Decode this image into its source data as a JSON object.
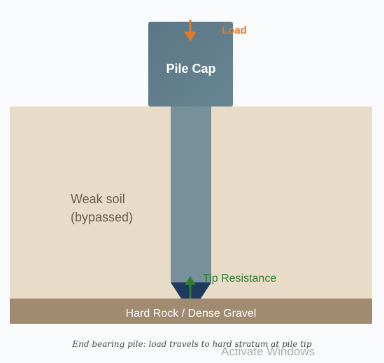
{
  "diagram": {
    "cap_label": "Pile Cap",
    "load_label": "Load",
    "soil_label_line1": "Weak soil",
    "soil_label_line2": "(bypassed)",
    "tip_label": "Tip Resistance",
    "rock_label": "Hard Rock / Dense Gravel",
    "caption": "End bearing pile: load travels to hard stratum at pile tip"
  },
  "overlay": {
    "watermark": "Activate Windows"
  },
  "colors": {
    "background": "#f8fafc",
    "soil": "#e8dcc8",
    "rock": "#a08a70",
    "pile_cap": "#607d8b",
    "pile_shaft": "#78909c",
    "pile_tip": "#1e3a5f",
    "load_arrow": "#e07b2e",
    "resistance_arrow": "#2e7d32"
  }
}
